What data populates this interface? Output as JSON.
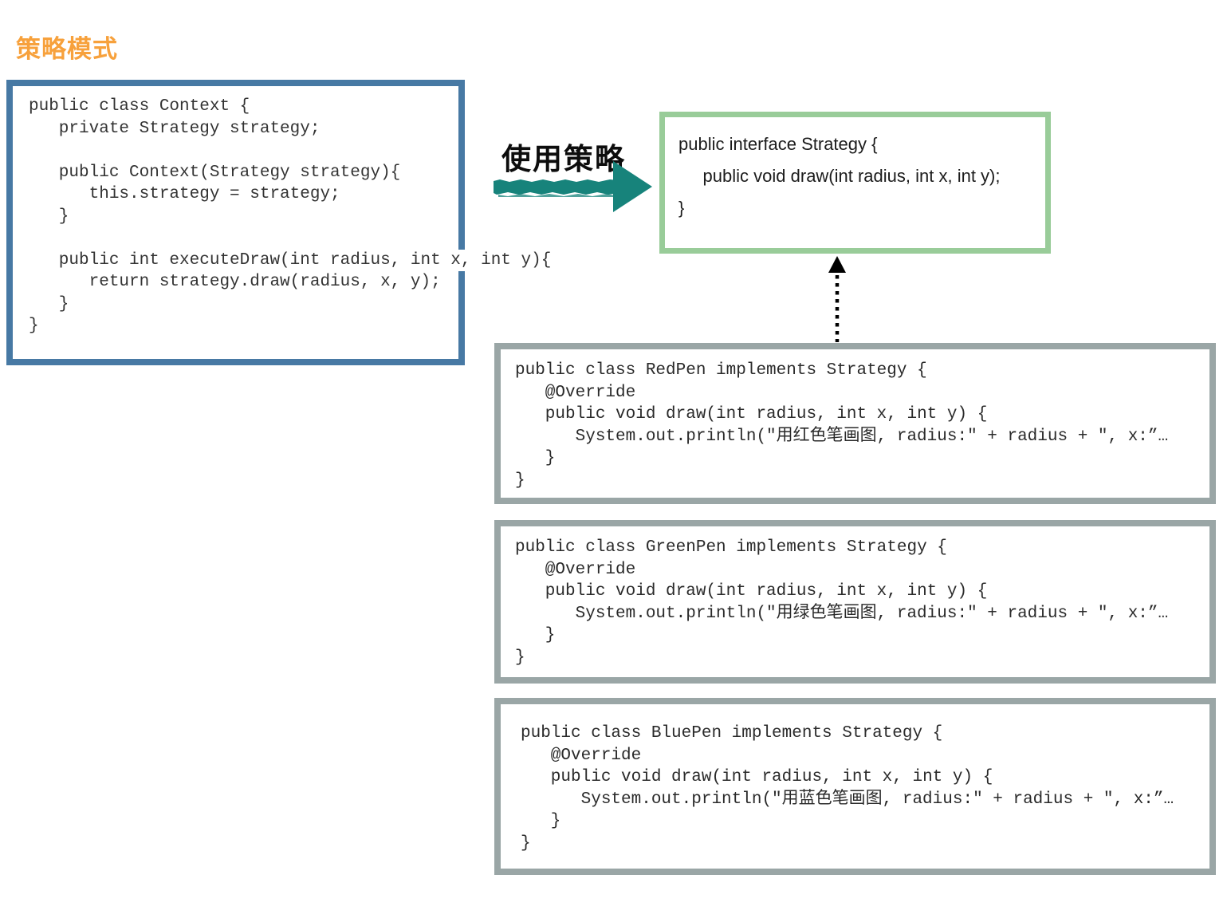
{
  "title": {
    "text": "策略模式",
    "color": "#F7A13C"
  },
  "use_strategy_arrow": {
    "label": "使用策略",
    "arrow_color": "#17837B"
  },
  "implements_arrow": {
    "style": "dotted",
    "color": "#000000",
    "direction": "up"
  },
  "context_box": {
    "border_color": "#4779A4",
    "lines": [
      "public class Context {",
      "   private Strategy strategy;",
      "",
      "   public Context(Strategy strategy){",
      "      this.strategy = strategy;",
      "   }",
      "",
      "   public int executeDraw(int radius, int x, int y){",
      "      return strategy.draw(radius, x, y);",
      "   }",
      "}"
    ]
  },
  "interface_box": {
    "border_color": "#99CC99",
    "lines": [
      "public interface Strategy {",
      "     public void draw(int radius, int x, int y);",
      "}"
    ]
  },
  "impl_boxes": [
    {
      "class_name": "RedPen",
      "border_color": "#9AA6A6",
      "lines": [
        "public class RedPen implements Strategy {",
        "   @Override",
        "   public void draw(int radius, int x, int y) {",
        "      System.out.println(\"用红色笔画图, radius:\" + radius + \", x:”…",
        "   }",
        "}"
      ]
    },
    {
      "class_name": "GreenPen",
      "border_color": "#9AA6A6",
      "lines": [
        "public class GreenPen implements Strategy {",
        "   @Override",
        "   public void draw(int radius, int x, int y) {",
        "      System.out.println(\"用绿色笔画图, radius:\" + radius + \", x:”…",
        "   }",
        "}"
      ]
    },
    {
      "class_name": "BluePen",
      "border_color": "#9AA6A6",
      "lines": [
        "public class BluePen implements Strategy {",
        "   @Override",
        "   public void draw(int radius, int x, int y) {",
        "      System.out.println(\"用蓝色笔画图, radius:\" + radius + \", x:”…",
        "   }",
        "}"
      ]
    }
  ]
}
